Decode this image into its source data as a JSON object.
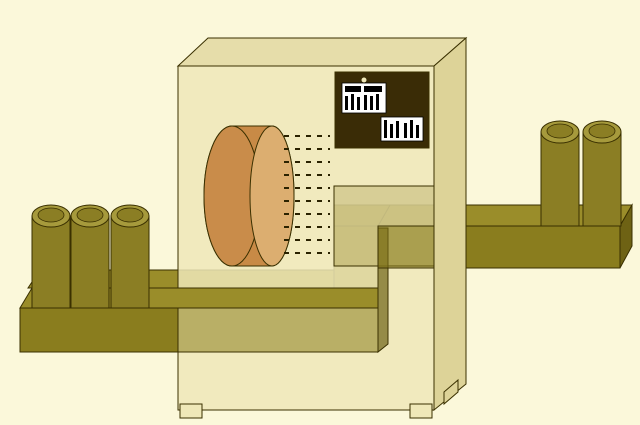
{
  "diagram": {
    "subject": "conveyor-through-induction-heating-cabinet",
    "colors": {
      "background": "#fbf8da",
      "cabinet_front": "#efe8b8",
      "cabinet_side": "#ddd398",
      "cabinet_top": "#e6ddaa",
      "conveyor": "#8a7d1e",
      "conveyor_dark": "#6e6214",
      "can_body": "#8b7e24",
      "can_top": "#a69a3c",
      "coil_front": "#d4a060",
      "coil_rim": "#b77a3a",
      "panel_bg": "#3a2c06",
      "outline": "#3a3000"
    },
    "icons": {
      "cabinet": "machine-cabinet-icon",
      "coil": "induction-coil-icon",
      "control_panel": "control-panel-icon",
      "can": "can-icon",
      "conveyor": "conveyor-belt-icon"
    },
    "cans_left_count": 3,
    "cans_right_count": 2
  }
}
